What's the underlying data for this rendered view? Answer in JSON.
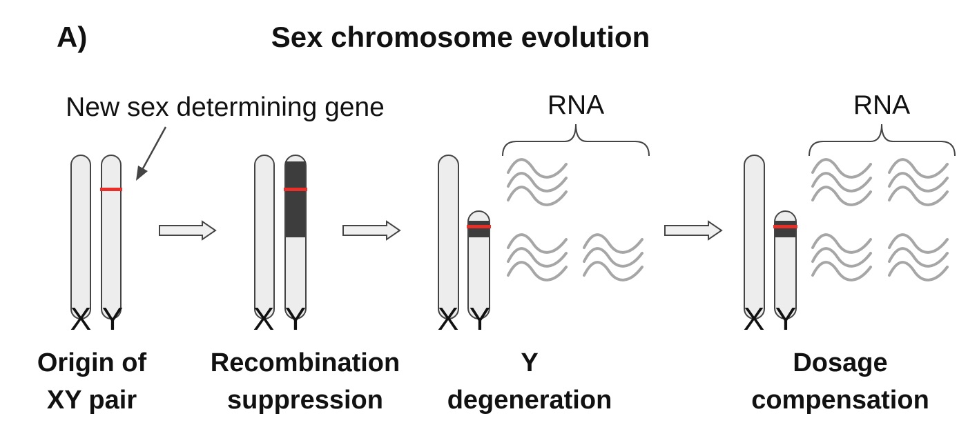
{
  "panel_label": "A)",
  "title": "Sex chromosome evolution",
  "callout": "New sex determining gene",
  "colors": {
    "chromosome_fill": "#ededed",
    "chromosome_stroke": "#444444",
    "suppressed_region": "#3d3d3d",
    "gene_marker": "#e8302a",
    "arrow_fill": "#f0f0f0",
    "rna_wave": "#a6a6a6"
  },
  "stages": [
    {
      "x_label": "X",
      "y_label": "Y",
      "caption_line1": "Origin of",
      "caption_line2": "XY pair"
    },
    {
      "x_label": "X",
      "y_label": "Y",
      "caption_line1": "Recombination",
      "caption_line2": "suppression"
    },
    {
      "x_label": "X",
      "y_label": "Y",
      "caption_line1": "Y",
      "caption_line2": "degeneration",
      "rna_label": "RNA"
    },
    {
      "x_label": "X",
      "y_label": "Y",
      "caption_line1": "Dosage",
      "caption_line2": "compensation",
      "rna_label": "RNA"
    }
  ]
}
